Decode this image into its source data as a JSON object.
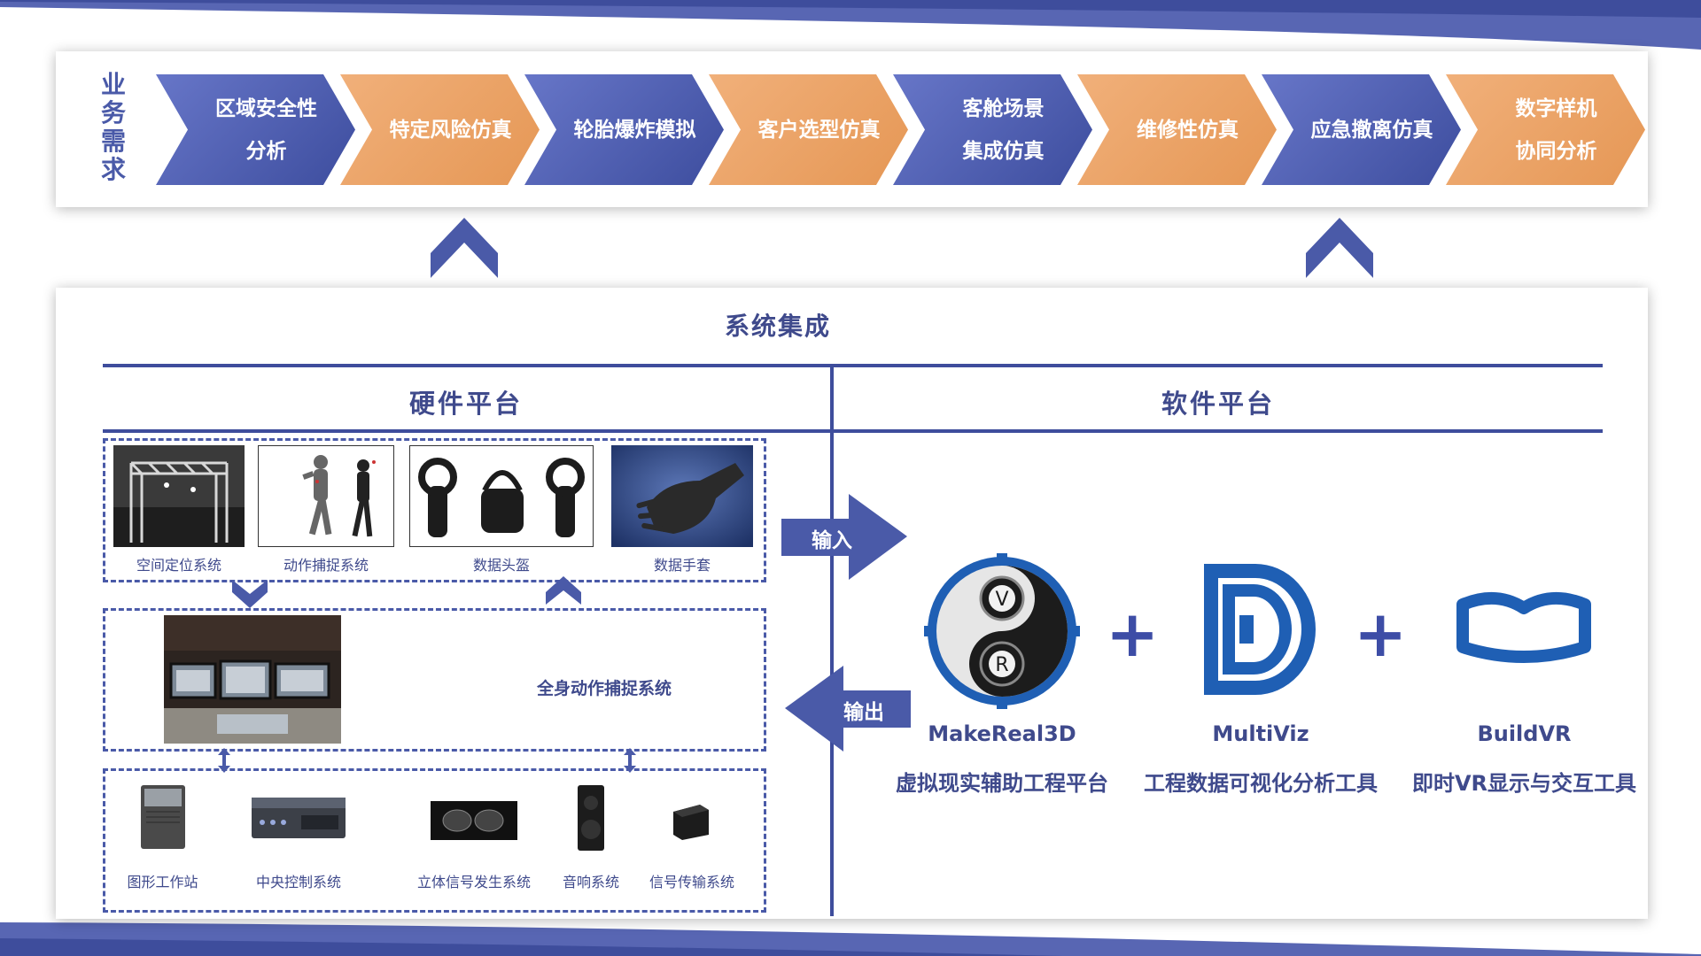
{
  "top": {
    "side_label": "业务需求",
    "items": [
      {
        "line1": "区域安全性",
        "line2": "分析",
        "color": "blue"
      },
      {
        "line1": "特定风险仿真",
        "line2": "",
        "color": "orange"
      },
      {
        "line1": "轮胎爆炸模拟",
        "line2": "",
        "color": "blue"
      },
      {
        "line1": "客户选型仿真",
        "line2": "",
        "color": "orange"
      },
      {
        "line1": "客舱场景",
        "line2": "集成仿真",
        "color": "blue"
      },
      {
        "line1": "维修性仿真",
        "line2": "",
        "color": "orange"
      },
      {
        "line1": "应急撤离仿真",
        "line2": "",
        "color": "blue"
      },
      {
        "line1": "数字样机",
        "line2": "协同分析",
        "color": "orange"
      }
    ]
  },
  "panel": {
    "title": "系统集成",
    "hardware_title": "硬件平台",
    "software_title": "软件平台"
  },
  "hardware": {
    "row1": [
      "空间定位系统",
      "动作捕捉系统",
      "数据头盔",
      "数据手套"
    ],
    "middle_label": "全身动作捕捉系统",
    "row3": [
      "图形工作站",
      "中央控制系统",
      "立体信号发生系统",
      "音响系统",
      "信号传输系统"
    ]
  },
  "io": {
    "input": "输入",
    "output": "输出"
  },
  "software": {
    "products": [
      {
        "name": "MakeReal3D",
        "desc": "虚拟现实辅助工程平台"
      },
      {
        "name": "MultiViz",
        "desc": "工程数据可视化分析工具"
      },
      {
        "name": "BuildVR",
        "desc": "即时VR显示与交互工具"
      }
    ],
    "plus": "+"
  },
  "colors": {
    "blue": "#4a5aa8",
    "orange": "#e8a064",
    "text": "#3f4a8c"
  }
}
